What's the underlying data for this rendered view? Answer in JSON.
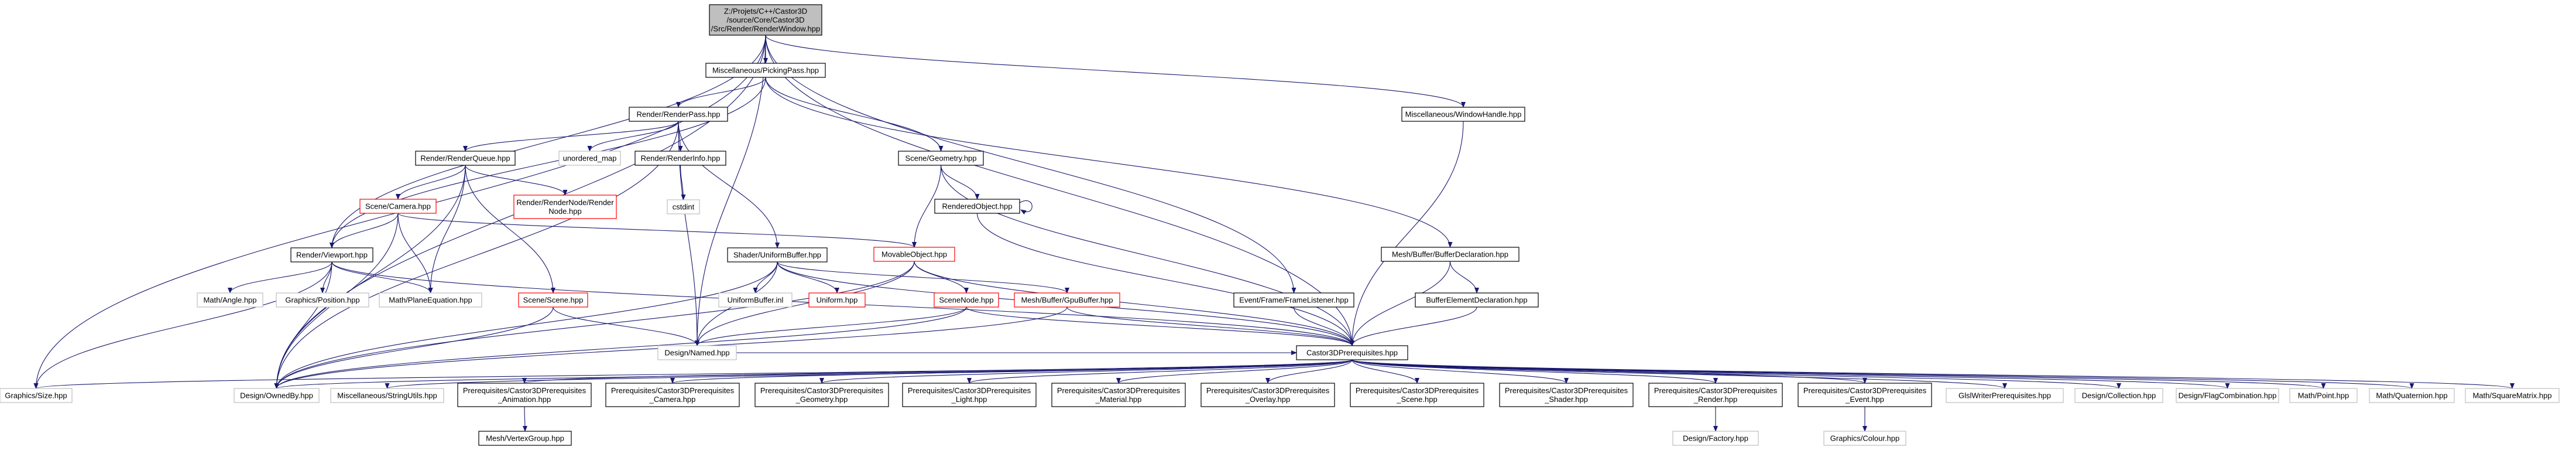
{
  "colors": {
    "edge": "#191970",
    "root_fill": "#bfbfbf",
    "normal_border": "#000000",
    "red_border": "#ff0000",
    "gray_border": "#bfbfbf"
  },
  "nodes": [
    {
      "id": "root",
      "label": [
        "Z:/Projets/C++/Castor3D",
        "/source/Core/Castor3D",
        "/Src/Render/RenderWindow.hpp"
      ],
      "style": "root"
    },
    {
      "id": "picking",
      "label": [
        "Miscellaneous/PickingPass.hpp"
      ],
      "style": "normal"
    },
    {
      "id": "windowhandle",
      "label": [
        "Miscellaneous/WindowHandle.hpp"
      ],
      "style": "normal"
    },
    {
      "id": "renderpass",
      "label": [
        "Render/RenderPass.hpp"
      ],
      "style": "normal"
    },
    {
      "id": "renderqueue",
      "label": [
        "Render/RenderQueue.hpp"
      ],
      "style": "normal"
    },
    {
      "id": "unordered_map",
      "label": [
        "unordered_map"
      ],
      "style": "gray"
    },
    {
      "id": "renderinfo",
      "label": [
        "Render/RenderInfo.hpp"
      ],
      "style": "normal"
    },
    {
      "id": "cstdint",
      "label": [
        "cstdint"
      ],
      "style": "gray"
    },
    {
      "id": "scenegeometry",
      "label": [
        "Scene/Geometry.hpp"
      ],
      "style": "normal"
    },
    {
      "id": "renderedobject",
      "label": [
        "RenderedObject.hpp"
      ],
      "style": "normal"
    },
    {
      "id": "scenecamera",
      "label": [
        "Scene/Camera.hpp"
      ],
      "style": "red"
    },
    {
      "id": "rendernode",
      "label": [
        "Render/RenderNode/Render",
        "Node.hpp"
      ],
      "style": "red"
    },
    {
      "id": "movableobject",
      "label": [
        "MovableObject.hpp"
      ],
      "style": "red"
    },
    {
      "id": "bufferdecl",
      "label": [
        "Mesh/Buffer/BufferDeclaration.hpp"
      ],
      "style": "normal"
    },
    {
      "id": "viewport",
      "label": [
        "Render/Viewport.hpp"
      ],
      "style": "normal"
    },
    {
      "id": "uniformbuffer",
      "label": [
        "Shader/UniformBuffer.hpp"
      ],
      "style": "normal"
    },
    {
      "id": "mathangle",
      "label": [
        "Math/Angle.hpp"
      ],
      "style": "gray"
    },
    {
      "id": "graphicsposition",
      "label": [
        "Graphics/Position.hpp"
      ],
      "style": "gray"
    },
    {
      "id": "planeequation",
      "label": [
        "Math/PlaneEquation.hpp"
      ],
      "style": "gray"
    },
    {
      "id": "uniformbufferinl",
      "label": [
        "UniformBuffer.inl"
      ],
      "style": "gray"
    },
    {
      "id": "uniformhpp",
      "label": [
        "Uniform.hpp"
      ],
      "style": "red"
    },
    {
      "id": "scenescene",
      "label": [
        "Scene/Scene.hpp"
      ],
      "style": "red"
    },
    {
      "id": "scenenode",
      "label": [
        "SceneNode.hpp"
      ],
      "style": "red"
    },
    {
      "id": "gpubuffer",
      "label": [
        "Mesh/Buffer/GpuBuffer.hpp"
      ],
      "style": "red"
    },
    {
      "id": "framelistener",
      "label": [
        "Event/Frame/FrameListener.hpp"
      ],
      "style": "normal"
    },
    {
      "id": "bufferelement",
      "label": [
        "BufferElementDeclaration.hpp"
      ],
      "style": "normal"
    },
    {
      "id": "named",
      "label": [
        "Design/Named.hpp"
      ],
      "style": "gray"
    },
    {
      "id": "prereq",
      "label": [
        "Castor3DPrerequisites.hpp"
      ],
      "style": "normal"
    },
    {
      "id": "size",
      "label": [
        "Graphics/Size.hpp"
      ],
      "style": "gray"
    },
    {
      "id": "ownedby",
      "label": [
        "Design/OwnedBy.hpp"
      ],
      "style": "gray"
    },
    {
      "id": "stringutils",
      "label": [
        "Miscellaneous/StringUtils.hpp"
      ],
      "style": "gray"
    },
    {
      "id": "p_animation",
      "label": [
        "Prerequisites/Castor3DPrerequisites",
        "_Animation.hpp"
      ],
      "style": "normal"
    },
    {
      "id": "p_camera",
      "label": [
        "Prerequisites/Castor3DPrerequisites",
        "_Camera.hpp"
      ],
      "style": "normal"
    },
    {
      "id": "p_geometry",
      "label": [
        "Prerequisites/Castor3DPrerequisites",
        "_Geometry.hpp"
      ],
      "style": "normal"
    },
    {
      "id": "p_light",
      "label": [
        "Prerequisites/Castor3DPrerequisites",
        "_Light.hpp"
      ],
      "style": "normal"
    },
    {
      "id": "p_material",
      "label": [
        "Prerequisites/Castor3DPrerequisites",
        "_Material.hpp"
      ],
      "style": "normal"
    },
    {
      "id": "p_overlay",
      "label": [
        "Prerequisites/Castor3DPrerequisites",
        "_Overlay.hpp"
      ],
      "style": "normal"
    },
    {
      "id": "p_scene",
      "label": [
        "Prerequisites/Castor3DPrerequisites",
        "_Scene.hpp"
      ],
      "style": "normal"
    },
    {
      "id": "p_shader",
      "label": [
        "Prerequisites/Castor3DPrerequisites",
        "_Shader.hpp"
      ],
      "style": "normal"
    },
    {
      "id": "p_render",
      "label": [
        "Prerequisites/Castor3DPrerequisites",
        "_Render.hpp"
      ],
      "style": "normal"
    },
    {
      "id": "p_event",
      "label": [
        "Prerequisites/Castor3DPrerequisites",
        "_Event.hpp"
      ],
      "style": "normal"
    },
    {
      "id": "glsl",
      "label": [
        "GlslWriterPrerequisites.hpp"
      ],
      "style": "gray"
    },
    {
      "id": "collection",
      "label": [
        "Design/Collection.hpp"
      ],
      "style": "gray"
    },
    {
      "id": "flagcomb",
      "label": [
        "Design/FlagCombination.hpp"
      ],
      "style": "gray"
    },
    {
      "id": "point",
      "label": [
        "Math/Point.hpp"
      ],
      "style": "gray"
    },
    {
      "id": "quaternion",
      "label": [
        "Math/Quaternion.hpp"
      ],
      "style": "gray"
    },
    {
      "id": "squarematrix",
      "label": [
        "Math/SquareMatrix.hpp"
      ],
      "style": "gray"
    },
    {
      "id": "vertexgroup",
      "label": [
        "Mesh/VertexGroup.hpp"
      ],
      "style": "normal"
    },
    {
      "id": "factory",
      "label": [
        "Design/Factory.hpp"
      ],
      "style": "gray"
    },
    {
      "id": "colour",
      "label": [
        "Graphics/Colour.hpp"
      ],
      "style": "gray"
    }
  ],
  "edges": [
    [
      "root",
      "picking"
    ],
    [
      "root",
      "windowhandle"
    ],
    [
      "root",
      "framelistener"
    ],
    [
      "root",
      "prereq"
    ],
    [
      "root",
      "viewport"
    ],
    [
      "root",
      "named"
    ],
    [
      "root",
      "size"
    ],
    [
      "root",
      "ownedby"
    ],
    [
      "picking",
      "renderpass"
    ],
    [
      "picking",
      "scenegeometry"
    ],
    [
      "picking",
      "bufferdecl"
    ],
    [
      "picking",
      "viewport"
    ],
    [
      "windowhandle",
      "prereq"
    ],
    [
      "renderpass",
      "renderqueue"
    ],
    [
      "renderpass",
      "unordered_map"
    ],
    [
      "renderpass",
      "renderinfo"
    ],
    [
      "renderpass",
      "uniformbuffer"
    ],
    [
      "renderpass",
      "named"
    ],
    [
      "renderpass",
      "ownedby"
    ],
    [
      "renderinfo",
      "cstdint"
    ],
    [
      "renderqueue",
      "scenecamera"
    ],
    [
      "renderqueue",
      "rendernode"
    ],
    [
      "renderqueue",
      "scenescene"
    ],
    [
      "renderqueue",
      "planeequation"
    ],
    [
      "renderqueue",
      "ownedby"
    ],
    [
      "scenecamera",
      "viewport"
    ],
    [
      "scenecamera",
      "movableobject"
    ],
    [
      "scenecamera",
      "planeequation"
    ],
    [
      "scenecamera",
      "ownedby"
    ],
    [
      "scenegeometry",
      "renderedobject"
    ],
    [
      "scenegeometry",
      "movableobject"
    ],
    [
      "scenegeometry",
      "prereq"
    ],
    [
      "renderedobject",
      "renderedobject"
    ],
    [
      "renderedobject",
      "prereq"
    ],
    [
      "movableobject",
      "scenenode"
    ],
    [
      "movableobject",
      "named"
    ],
    [
      "movableobject",
      "ownedby"
    ],
    [
      "movableobject",
      "prereq"
    ],
    [
      "bufferdecl",
      "bufferelement"
    ],
    [
      "bufferdecl",
      "prereq"
    ],
    [
      "viewport",
      "mathangle"
    ],
    [
      "viewport",
      "graphicsposition"
    ],
    [
      "viewport",
      "planeequation"
    ],
    [
      "viewport",
      "size"
    ],
    [
      "viewport",
      "ownedby"
    ],
    [
      "viewport",
      "prereq"
    ],
    [
      "uniformbuffer",
      "uniformbufferinl"
    ],
    [
      "uniformbuffer",
      "uniformhpp"
    ],
    [
      "uniformbuffer",
      "gpubuffer"
    ],
    [
      "uniformbuffer",
      "named"
    ],
    [
      "uniformbuffer",
      "ownedby"
    ],
    [
      "uniformbuffer",
      "prereq"
    ],
    [
      "scenescene",
      "named"
    ],
    [
      "scenescene",
      "ownedby"
    ],
    [
      "scenenode",
      "named"
    ],
    [
      "scenenode",
      "ownedby"
    ],
    [
      "scenenode",
      "prereq"
    ],
    [
      "gpubuffer",
      "ownedby"
    ],
    [
      "gpubuffer",
      "prereq"
    ],
    [
      "framelistener",
      "prereq"
    ],
    [
      "bufferelement",
      "prereq"
    ],
    [
      "prereq",
      "size"
    ],
    [
      "prereq",
      "ownedby"
    ],
    [
      "prereq",
      "stringutils"
    ],
    [
      "prereq",
      "p_animation"
    ],
    [
      "prereq",
      "p_camera"
    ],
    [
      "prereq",
      "p_geometry"
    ],
    [
      "prereq",
      "p_light"
    ],
    [
      "prereq",
      "p_material"
    ],
    [
      "prereq",
      "p_overlay"
    ],
    [
      "prereq",
      "p_scene"
    ],
    [
      "prereq",
      "p_shader"
    ],
    [
      "prereq",
      "p_render"
    ],
    [
      "prereq",
      "p_event"
    ],
    [
      "prereq",
      "glsl"
    ],
    [
      "prereq",
      "collection"
    ],
    [
      "prereq",
      "flagcomb"
    ],
    [
      "prereq",
      "point"
    ],
    [
      "prereq",
      "quaternion"
    ],
    [
      "prereq",
      "squarematrix"
    ],
    [
      "p_animation",
      "vertexgroup"
    ],
    [
      "p_render",
      "factory"
    ],
    [
      "p_event",
      "colour"
    ],
    [
      "named",
      "prereq"
    ]
  ]
}
